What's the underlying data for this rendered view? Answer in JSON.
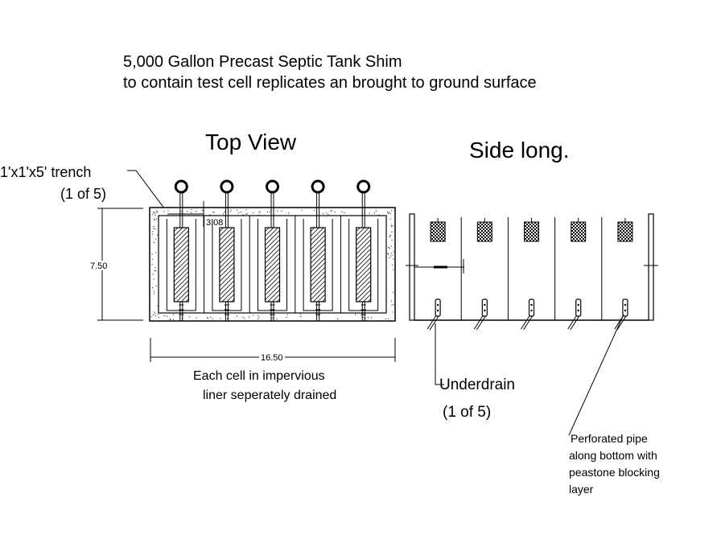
{
  "title": {
    "line1": "5,000 Gallon Precast Septic Tank Shim",
    "line2": "to contain test cell replicates an brought to ground surface"
  },
  "top_view": {
    "heading": "Top View",
    "trench_label_line1": "1'x1'x5' trench",
    "trench_label_line2": "(1 of 5)",
    "dim_spacing": "3.08",
    "dim_height": "7.50",
    "dim_width": "16.50",
    "caption_line1": "Each cell in impervious",
    "caption_line2": "liner seperately drained"
  },
  "side_view": {
    "heading": "Side long.",
    "underdrain_line1": "Underdrain",
    "underdrain_line2": "(1 of 5)",
    "pipe_note_line1": "Perforated pipe",
    "pipe_note_line2": "along bottom with",
    "pipe_note_line3": "peastone blocking",
    "pipe_note_line4": "layer"
  },
  "cell_count": 5
}
